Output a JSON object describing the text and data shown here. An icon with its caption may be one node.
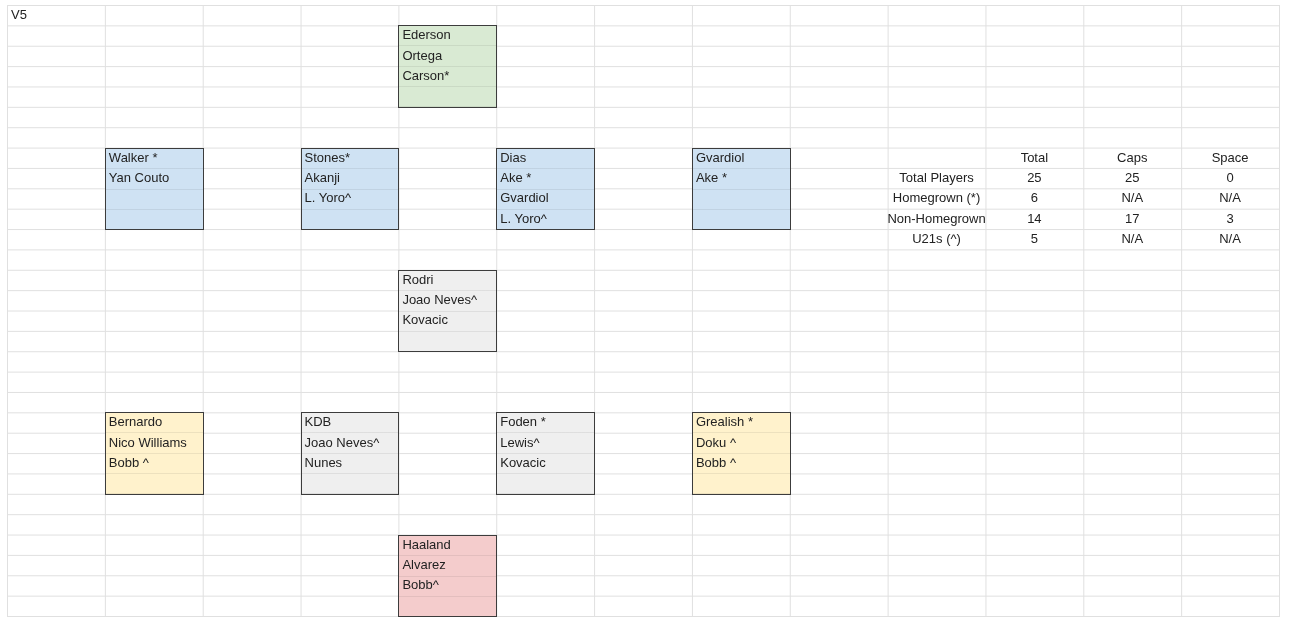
{
  "diagram": {
    "nodes": [
      {
        "text": [
          "Ederson",
          "Ortega",
          "Carson*"
        ]
      },
      {
        "text": [
          "Walker *",
          "Yan Couto"
        ]
      },
      {
        "text": [
          "Stones*",
          "Akanji",
          "L. Yoro^"
        ]
      },
      {
        "text": [
          "Dias",
          "Ake *",
          "Gvardiol",
          "L. Yoro^"
        ]
      },
      {
        "text": [
          "Gvardiol",
          "Ake *"
        ]
      },
      {
        "text": [
          "Rodri",
          "Joao Neves^",
          "Kovacic"
        ]
      },
      {
        "text": [
          "Bernardo",
          "Nico Williams",
          "Bobb ^"
        ]
      },
      {
        "text": [
          "KDB",
          "Joao Neves^",
          "Nunes"
        ]
      },
      {
        "text": [
          "Foden *",
          "Lewis^",
          "Kovacic"
        ]
      },
      {
        "text": [
          "Grealish *",
          "Doku ^",
          "Bobb ^"
        ]
      },
      {
        "text": [
          "Haaland",
          "Alvarez",
          "Bobb^"
        ]
      }
    ],
    "labels": [
      "V5",
      "Total",
      "Caps",
      "Space",
      "Total Players",
      "25",
      "25",
      "0",
      "Homegrown (*)",
      "6",
      "N/A",
      "N/A",
      "Non-Homegrown",
      "14",
      "17",
      "3",
      "U21s (^)",
      "5",
      "N/A",
      "N/A"
    ]
  }
}
